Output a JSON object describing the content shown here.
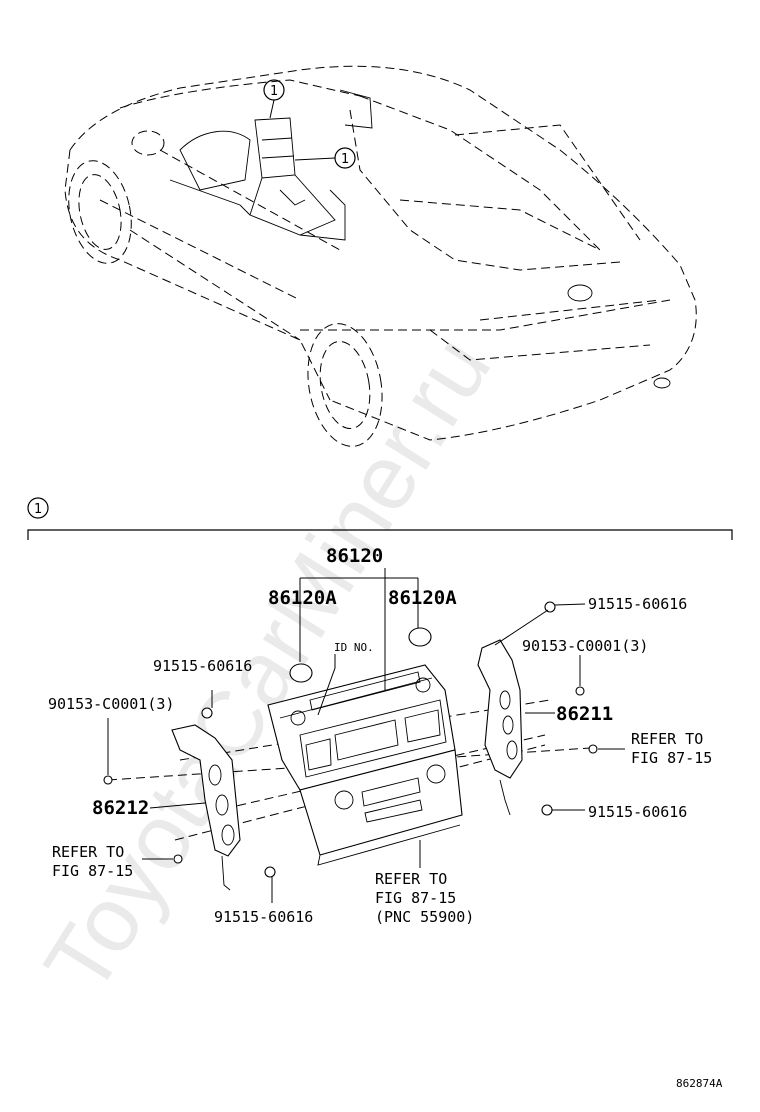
{
  "watermark": "ToyotaCarMiner.ru",
  "callout_number": "1",
  "labels": {
    "assembly": "86120",
    "knob_left": "86120A",
    "knob_right": "86120A",
    "id_no": "ID NO.",
    "screw_top_right": "91515-60616",
    "clip_right": "90153-C0001(3)",
    "bracket_right": "86211",
    "refer_right_line1": "REFER TO",
    "refer_right_line2": "FIG 87-15",
    "screw_mid_right": "91515-60616",
    "screw_left_top": "91515-60616",
    "clip_left": "90153-C0001(3)",
    "bracket_left": "86212",
    "refer_left_line1": "REFER TO",
    "refer_left_line2": "FIG 87-15",
    "screw_bottom_left": "91515-60616",
    "refer_bottom_line1": "REFER TO",
    "refer_bottom_line2": "FIG 87-15",
    "refer_bottom_line3": "(PNC 55900)",
    "figure_code": "862874A"
  },
  "icons": [
    "callout-circle-icon",
    "screw-icon",
    "clip-icon",
    "knob-icon"
  ]
}
